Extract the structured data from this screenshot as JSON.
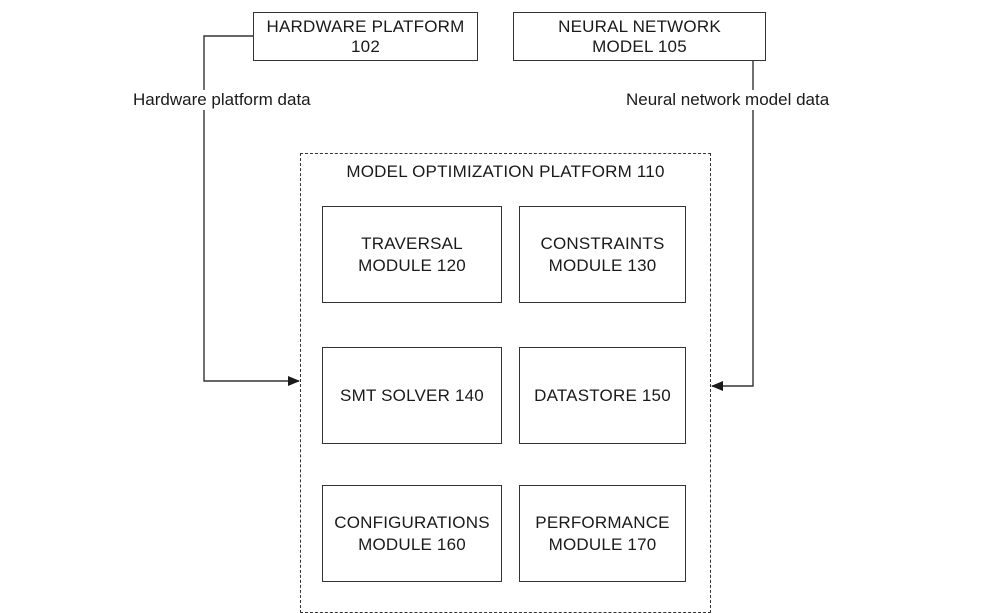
{
  "inputs": {
    "hardware_platform": {
      "line1": "HARDWARE PLATFORM",
      "line2": "102"
    },
    "neural_network_model": {
      "line1": "NEURAL NETWORK",
      "line2": "MODEL 105"
    }
  },
  "edge_labels": {
    "hardware_data": "Hardware platform data",
    "model_data": "Neural network model data"
  },
  "platform": {
    "title": "MODEL OPTIMIZATION PLATFORM 110",
    "modules": {
      "traversal": {
        "line1": "TRAVERSAL",
        "line2": "MODULE 120"
      },
      "constraints": {
        "line1": "CONSTRAINTS",
        "line2": "MODULE 130"
      },
      "smt_solver": {
        "line1": "SMT SOLVER 140"
      },
      "datastore": {
        "line1": "DATASTORE 150"
      },
      "configurations": {
        "line1": "CONFIGURATIONS",
        "line2": "MODULE 160"
      },
      "performance": {
        "line1": "PERFORMANCE",
        "line2": "MODULE 170"
      }
    }
  }
}
